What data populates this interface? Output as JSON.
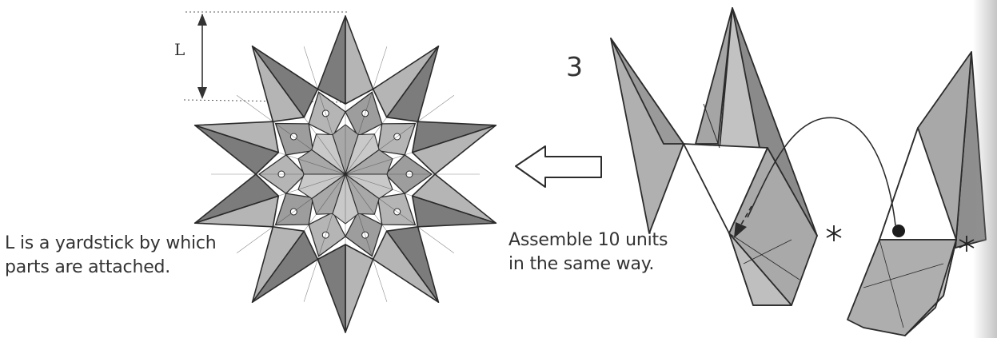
{
  "diagram": {
    "step_number": "3",
    "dimension_label": "L",
    "caption_left": [
      "L is a yardstick by which",
      "parts are attached."
    ],
    "caption_middle": [
      "Assemble 10 units",
      "in the same way."
    ],
    "colors": {
      "dark_petal": "#7c7c7c",
      "light_petal": "#b5b5b5",
      "center_light": "#c9c9c9",
      "outline": "#2b2b2b",
      "background": "#ffffff"
    }
  }
}
